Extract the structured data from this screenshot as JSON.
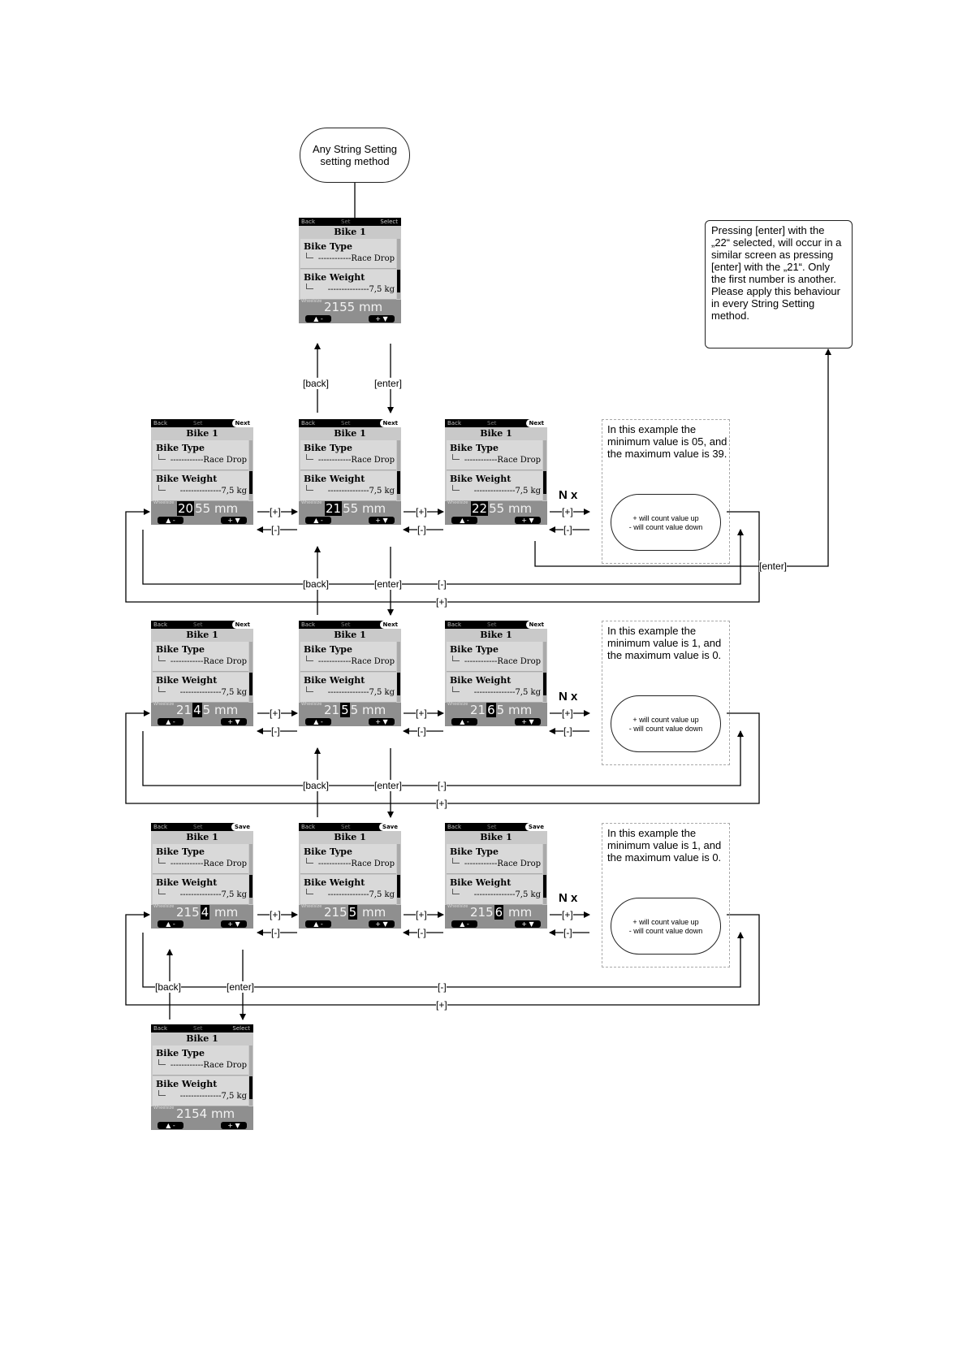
{
  "start": "Any String Setting setting method",
  "note": "Pressing [enter] with the „22“ selected, will occur in a similar screen as pressing [enter] with the „21“. Only the first number is another. Please apply this behaviour in every String Setting method.",
  "labels": {
    "back": "[back]",
    "enter": "[enter]",
    "plus": "[+]",
    "minus": "[-]",
    "nx": "N x"
  },
  "examples": [
    {
      "text": "In this example the minimum value is 05, and the maximum value is 39.",
      "pill_up": "+ will count value up",
      "pill_down": "- will count value down"
    },
    {
      "text": "In this example the minimum value is 1, and the maximum value is 0.",
      "pill_up": "+ will count value up",
      "pill_down": "- will count value down"
    },
    {
      "text": "In this example the minimum value is 1, and the maximum value is 0.",
      "pill_up": "+ will count value up",
      "pill_down": "- will count value down"
    }
  ],
  "screens": [
    {
      "id": "top",
      "action": "Select",
      "action_style": "select",
      "wheel": [
        "2155 mm",
        "",
        ""
      ]
    },
    {
      "id": "r1c1",
      "action": "Next",
      "action_style": "bold",
      "wheel": [
        "",
        "20",
        "55 mm"
      ]
    },
    {
      "id": "r1c2",
      "action": "Next",
      "action_style": "bold",
      "wheel": [
        "",
        "21",
        "55 mm"
      ]
    },
    {
      "id": "r1c3",
      "action": "Next",
      "action_style": "bold",
      "wheel": [
        "",
        "22",
        "55 mm"
      ]
    },
    {
      "id": "r2c1",
      "action": "Next",
      "action_style": "bold",
      "wheel": [
        "21",
        "4",
        "5 mm"
      ]
    },
    {
      "id": "r2c2",
      "action": "Next",
      "action_style": "bold",
      "wheel": [
        "21",
        "5",
        "5 mm"
      ]
    },
    {
      "id": "r2c3",
      "action": "Next",
      "action_style": "bold",
      "wheel": [
        "21",
        "6",
        "5 mm"
      ]
    },
    {
      "id": "r3c1",
      "action": "Save",
      "action_style": "bold",
      "wheel": [
        "215",
        "4",
        " mm"
      ]
    },
    {
      "id": "r3c2",
      "action": "Save",
      "action_style": "bold",
      "wheel": [
        "215",
        "5",
        " mm"
      ]
    },
    {
      "id": "r3c3",
      "action": "Save",
      "action_style": "bold",
      "wheel": [
        "215",
        "6",
        " mm"
      ]
    },
    {
      "id": "bottom",
      "action": "Select",
      "action_style": "select",
      "wheel": [
        "2154 mm",
        "",
        ""
      ]
    }
  ],
  "screen_common": {
    "back": "Back",
    "set": "Set",
    "title": "Bike 1",
    "row1_title": "Bike Type",
    "row1_value": "------------Race Drop",
    "row2_title": "Bike Weight",
    "row2_value": "---------------7,5 kg",
    "wheel_label": "Wheelsize",
    "btn_left": "▲ -",
    "btn_right": "+ ▼"
  }
}
